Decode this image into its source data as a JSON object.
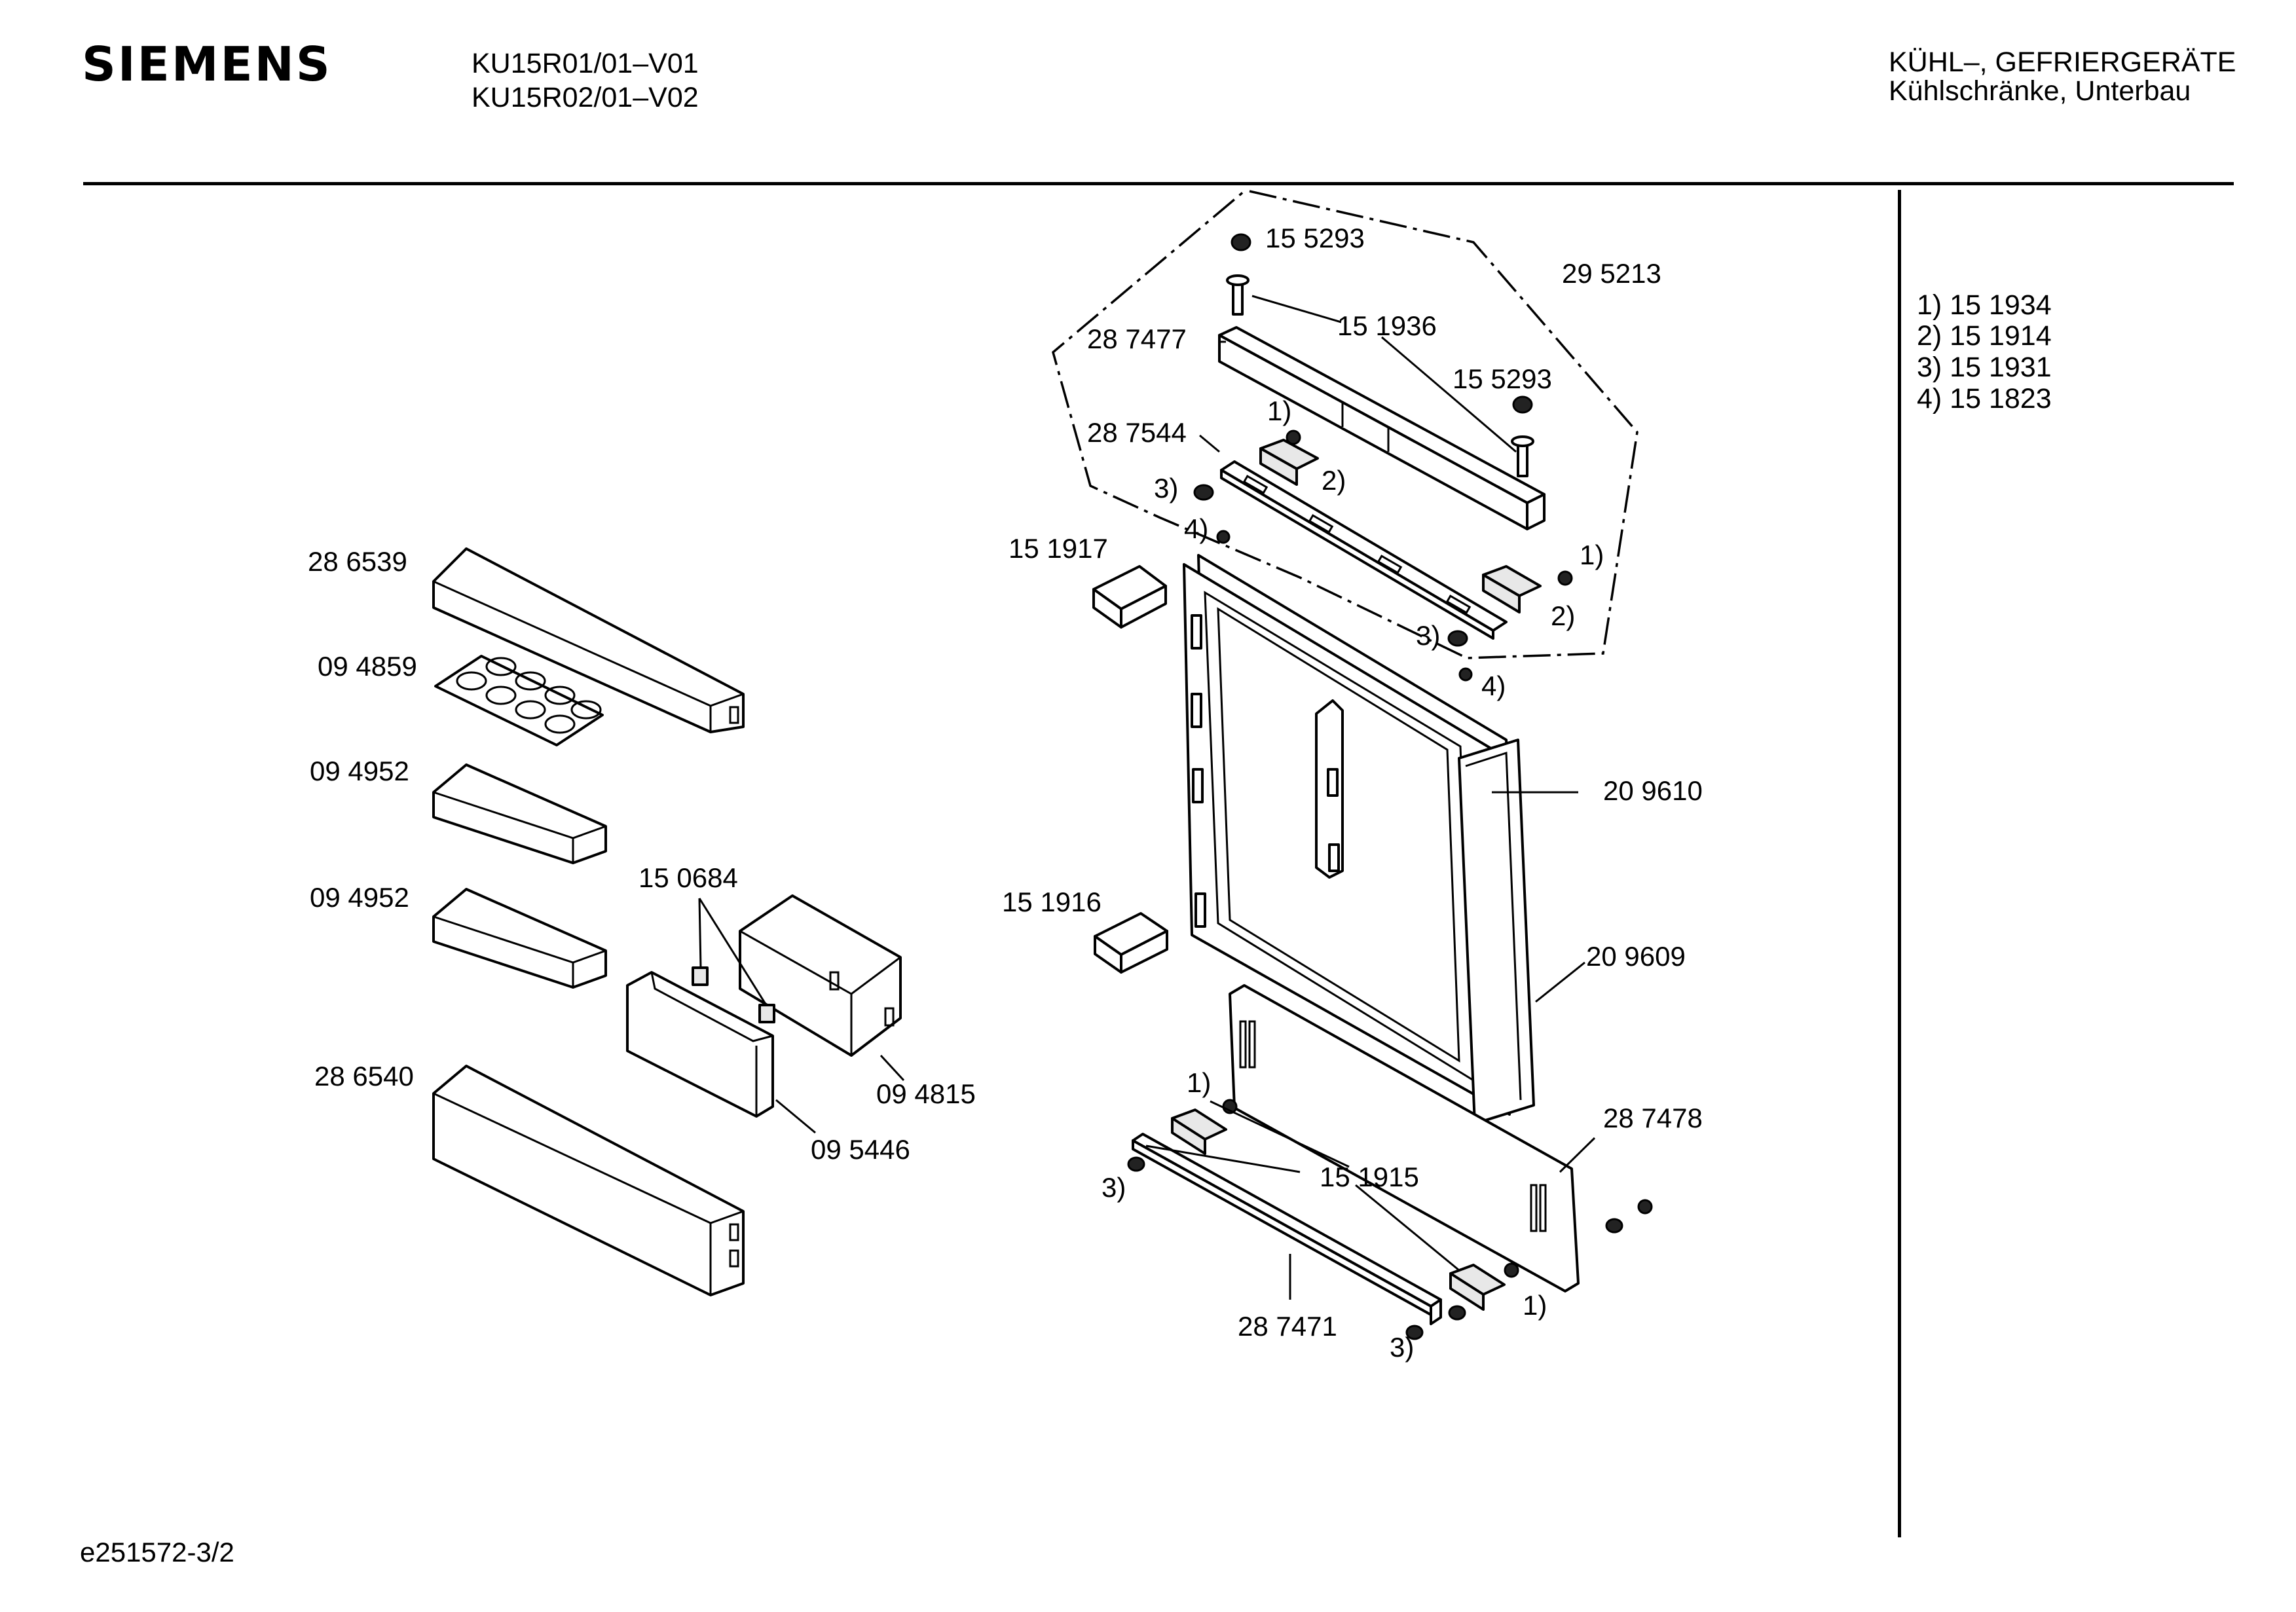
{
  "header": {
    "brand": "SIEMENS",
    "models": [
      "KU15R01/01–V01",
      "KU15R02/01–V02"
    ],
    "category": "KÜHL–, GEFRIERGERÄTE",
    "subcategory": "Kühlschränke, Unterbau"
  },
  "legend": [
    "1)  15 1934",
    "2)  15 1914",
    "3)  15 1931",
    "4)  15 1823"
  ],
  "part_labels": {
    "p155293_top": "15 5293",
    "p295213": "29 5213",
    "p151936": "15 1936",
    "p287477": "28 7477",
    "p155293_mid": "15 5293",
    "p287544": "28 7544",
    "p151917": "15 1917",
    "p286539": "28 6539",
    "p094859": "09 4859",
    "p094952_a": "09 4952",
    "p094952_b": "09 4952",
    "p150684": "15 0684",
    "p094815": "09 4815",
    "p095446": "09 5446",
    "p286540": "28 6540",
    "p151916": "15 1916",
    "p209610": "20 9610",
    "p209609": "20 9609",
    "p287478": "28 7478",
    "p151915": "15 1915",
    "p287471": "28 7471"
  },
  "callouts": {
    "c1_top": "1)",
    "c2_top": "2)",
    "c3_top": "3)",
    "c4_top": "4)",
    "c1_right": "1)",
    "c2_right": "2)",
    "c3_right": "3)",
    "c4_right": "4)",
    "c1_low_left": "1)",
    "c3_low_left": "3)",
    "c1_low_right": "1)",
    "c3_low_right": "3)"
  },
  "footer": {
    "drawing_id": "e251572-3/2"
  }
}
